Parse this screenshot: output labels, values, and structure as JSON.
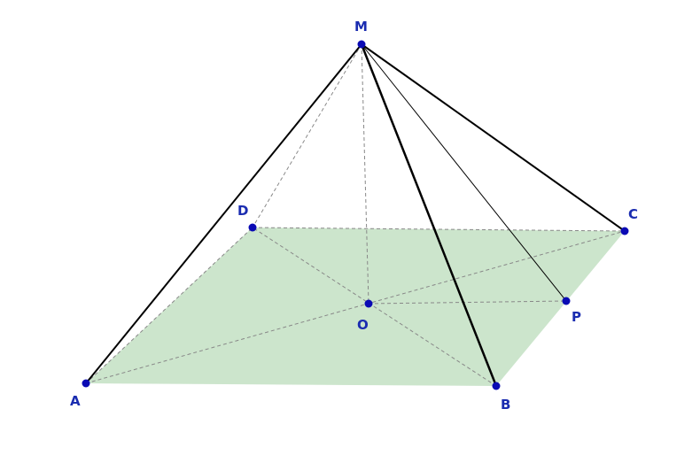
{
  "figure": {
    "base_fill": "#cce5cc",
    "label_color": "#1a2cb0",
    "point_color": "#0a0ab4",
    "edge_color": "#000000",
    "hidden_color": "#888888"
  },
  "points": {
    "M": {
      "label": "M"
    },
    "A": {
      "label": "A"
    },
    "B": {
      "label": "B"
    },
    "C": {
      "label": "C"
    },
    "D": {
      "label": "D"
    },
    "O": {
      "label": "O"
    },
    "P": {
      "label": "P"
    }
  }
}
